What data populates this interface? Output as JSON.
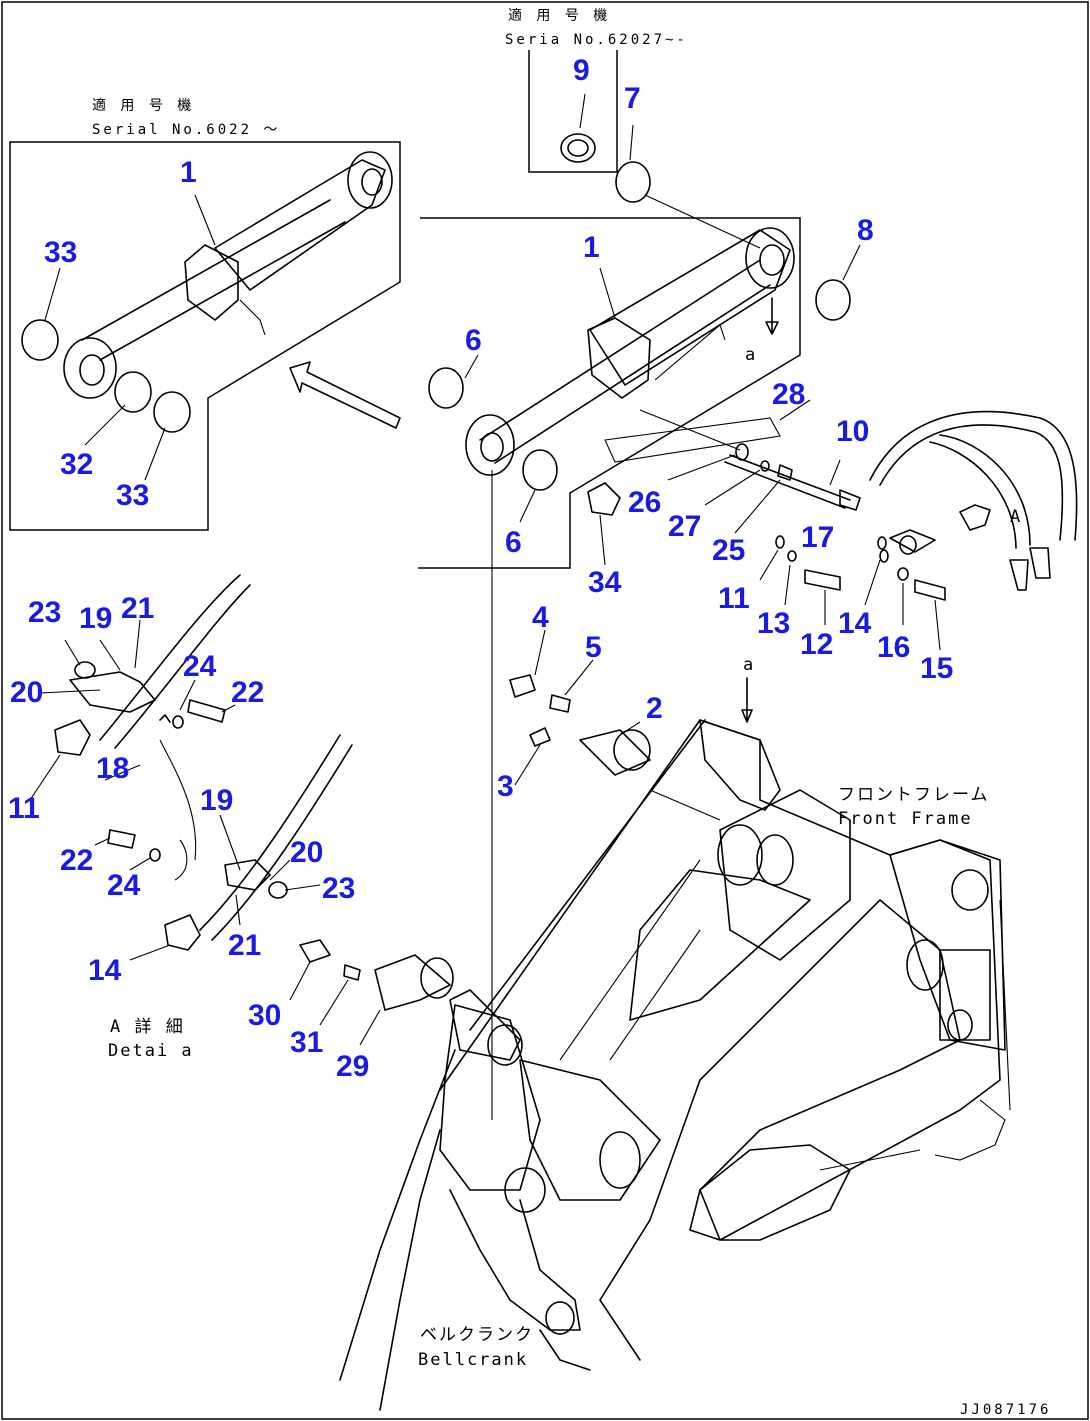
{
  "texts": {
    "top_box_label_jp": "適 用 号 機",
    "top_box_label_en": "Seria  No.62027~-",
    "left_box_label_jp": "適 用 号 機",
    "left_box_label_en": "Serial No.6022 ～",
    "view_marker_a_top": "a",
    "view_marker_a_frame": "a",
    "view_arrow_label": "A",
    "front_frame_jp": "フロントフレーム",
    "front_frame_en": "Front Frame",
    "detail_jp": "A 詳 細",
    "detail_en": "Detai a",
    "bellcrank_jp": "ベルクランク",
    "bellcrank_en": "Bellcrank",
    "drawing_number": "JJ087176"
  },
  "callouts": [
    "1",
    "1",
    "2",
    "3",
    "4",
    "5",
    "6",
    "6",
    "7",
    "8",
    "9",
    "10",
    "11",
    "11",
    "12",
    "13",
    "14",
    "14",
    "15",
    "16",
    "17",
    "18",
    "19",
    "19",
    "20",
    "20",
    "21",
    "21",
    "22",
    "22",
    "23",
    "23",
    "24",
    "24",
    "25",
    "26",
    "27",
    "28",
    "29",
    "30",
    "31",
    "32",
    "33",
    "33",
    "34"
  ]
}
